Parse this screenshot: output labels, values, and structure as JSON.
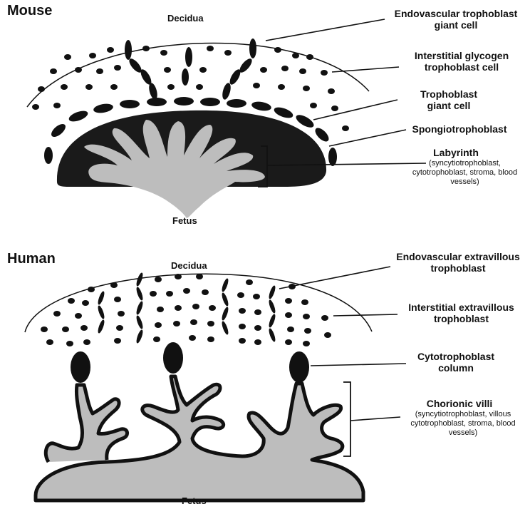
{
  "mouse": {
    "heading": "Mouse",
    "decidua": "Decidua",
    "fetus": "Fetus",
    "labels": {
      "endovascular_l1": "Endovascular trophoblast",
      "endovascular_l2": "giant cell",
      "glycogen_l1": "Interstitial glycogen",
      "glycogen_l2": "trophoblast cell",
      "giant_l1": "Trophoblast",
      "giant_l2": "giant cell",
      "spongio": "Spongiotrophoblast",
      "labyrinth": "Labyrinth",
      "labyrinth_d1": "(syncytiotrophoblast,",
      "labyrinth_d2": "cytotrophoblast, stroma, blood",
      "labyrinth_d3": "vessels)"
    }
  },
  "human": {
    "heading": "Human",
    "decidua": "Decidua",
    "fetus": "Fetus",
    "labels": {
      "endovascular_l1": "Endovascular extravillous",
      "endovascular_l2": "trophoblast",
      "interstitial_l1": "Interstitial extravillous",
      "interstitial_l2": "trophoblast",
      "column_l1": "Cytotrophoblast",
      "column_l2": "column",
      "villi": "Chorionic villi",
      "villi_d1": "(syncytiotrophoblast, villous",
      "villi_d2": "cytotrophoblast, stroma, blood",
      "villi_d3": "vessels)"
    }
  },
  "colors": {
    "dark": "#1a1a1a",
    "light": "#bdbdbd",
    "line": "#111111"
  }
}
